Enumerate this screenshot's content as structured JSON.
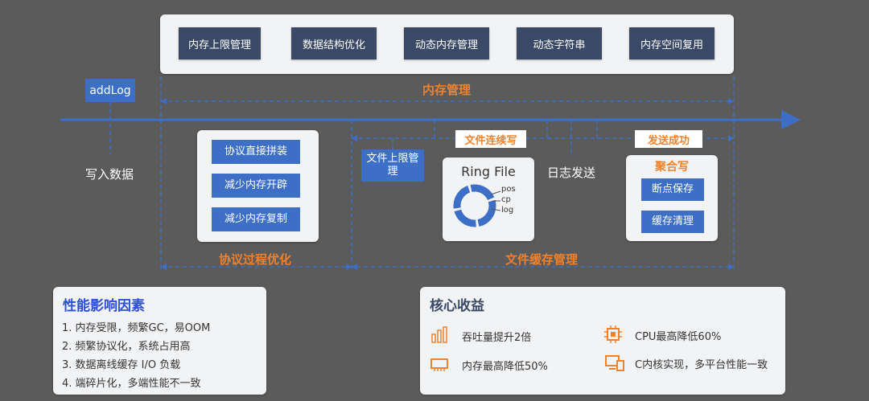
{
  "top_items": [
    "内存上限管理",
    "数据结构优化",
    "动态内存管理",
    "动态字符串",
    "内存空间复用"
  ],
  "add_log": "addLog",
  "memory_mgmt": "内存管理",
  "write_data": "写入数据",
  "protocol_items": [
    "协议直接拼装",
    "减少内存开辟",
    "减少内存复制"
  ],
  "protocol_label": "协议过程优化",
  "file_limit": "文件上限管理",
  "file_continuous_write": "文件连续写",
  "ring_file": {
    "title": "Ring File",
    "labels": [
      "pos",
      "cp",
      "log"
    ]
  },
  "log_send": "日志发送",
  "send_success": "发送成功",
  "aggregate": {
    "title": "聚合写",
    "items": [
      "断点保存",
      "缓存清理"
    ]
  },
  "file_cache_label": "文件缓存管理",
  "perf_factors": {
    "title": "性能影响因素",
    "items": [
      "1. 内存受限，频繁GC，易OOM",
      "2. 频繁协议化，系统占用高",
      "3. 数据离线缓存 I/O 负载",
      "4. 端碎片化，多端性能不一致"
    ]
  },
  "core_benefits": {
    "title": "核心收益",
    "items": [
      {
        "icon": "bar-chart-icon",
        "text": "吞吐量提升2倍"
      },
      {
        "icon": "cpu-icon",
        "text": "CPU最高降低60%"
      },
      {
        "icon": "memory-icon",
        "text": "内存最高降低50%"
      },
      {
        "icon": "devices-icon",
        "text": "C内核实现，多平台性能一致"
      }
    ]
  },
  "colors": {
    "background": "#5b5b5b",
    "accent_orange": "#f0822d",
    "line_blue": "#3d6fc7",
    "dark_button": "#3a4a66",
    "title_blue": "#2d4fd6"
  }
}
